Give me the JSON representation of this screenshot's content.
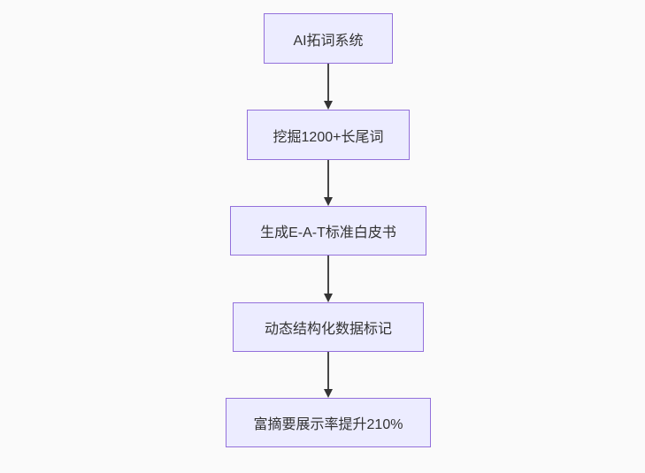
{
  "diagram": {
    "type": "flowchart",
    "direction": "top-down",
    "nodes": [
      {
        "id": "n1",
        "label": "AI拓词系统"
      },
      {
        "id": "n2",
        "label": "挖掘1200+长尾词"
      },
      {
        "id": "n3",
        "label": "生成E-A-T标准白皮书"
      },
      {
        "id": "n4",
        "label": "动态结构化数据标记"
      },
      {
        "id": "n5",
        "label": "富摘要展示率提升210%"
      }
    ],
    "edges": [
      {
        "from": "n1",
        "to": "n2"
      },
      {
        "from": "n2",
        "to": "n3"
      },
      {
        "from": "n3",
        "to": "n4"
      },
      {
        "from": "n4",
        "to": "n5"
      }
    ],
    "colors": {
      "node_fill": "#ECECFF",
      "node_border": "#9370DB",
      "arrow": "#333333",
      "text": "#333333",
      "background": "#FAFAFA"
    }
  }
}
